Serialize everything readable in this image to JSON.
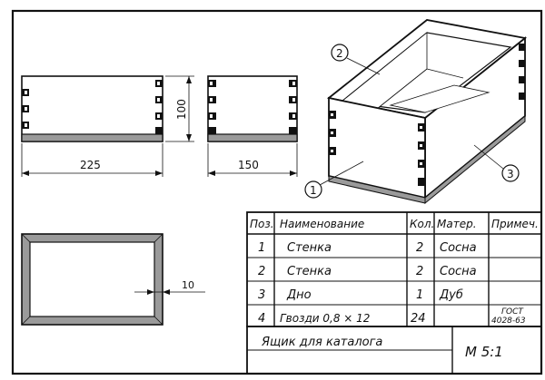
{
  "dimensions": {
    "front_width": "225",
    "height": "100",
    "side_width": "150",
    "wall_thickness": "10"
  },
  "callouts": [
    "1",
    "2",
    "3"
  ],
  "table": {
    "headers": {
      "pos": "Поз.",
      "name": "Наименование",
      "qty": "Кол.",
      "material": "Матер.",
      "note": "Примеч."
    },
    "rows": [
      {
        "pos": "1",
        "name": "Стенка",
        "qty": "2",
        "material": "Сосна",
        "note": ""
      },
      {
        "pos": "2",
        "name": "Стенка",
        "qty": "2",
        "material": "Сосна",
        "note": ""
      },
      {
        "pos": "3",
        "name": "Дно",
        "qty": "1",
        "material": "Дуб",
        "note": ""
      },
      {
        "pos": "4",
        "name": "Гвозди  0,8 × 12",
        "qty": "24",
        "material": "",
        "note_line1": "ГОСТ",
        "note_line2": "4028-63"
      }
    ]
  },
  "title_block": {
    "title": "Ящик для каталога",
    "scale": "М 5:1"
  },
  "colors": {
    "ink": "#111111",
    "paper": "#ffffff",
    "shade": "#9a9a9a"
  }
}
